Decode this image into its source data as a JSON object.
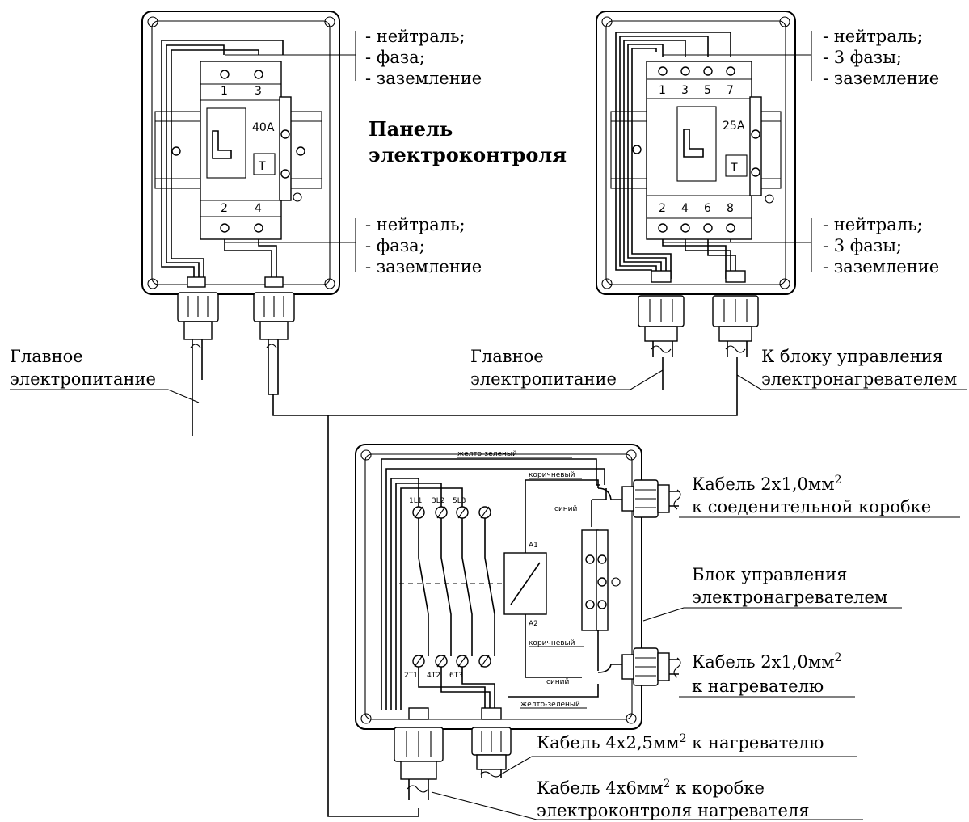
{
  "panel_title": [
    "Панель",
    "электроконтроля"
  ],
  "left_box": {
    "rating": "40А",
    "top_terminals": [
      "1",
      "3"
    ],
    "bottom_terminals": [
      "2",
      "4"
    ],
    "test_label": "Т",
    "top_labels": [
      "- нейтраль;",
      "- фаза;",
      "- заземление"
    ],
    "bottom_labels": [
      "- нейтраль;",
      "- фаза;",
      "- заземление"
    ],
    "supply_label": [
      "Главное",
      "электропитание"
    ]
  },
  "right_box": {
    "rating": "25А",
    "top_terminals": [
      "1",
      "3",
      "5",
      "7"
    ],
    "bottom_terminals": [
      "2",
      "4",
      "6",
      "8"
    ],
    "test_label": "Т",
    "top_labels": [
      "- нейтраль;",
      "- 3 фазы;",
      "- заземление"
    ],
    "bottom_labels": [
      "- нейтраль;",
      "- 3 фазы;",
      "- заземление"
    ],
    "supply_label": [
      "Главное",
      "электропитание"
    ],
    "control_label": [
      "К блоку управления",
      "электронагревателем"
    ]
  },
  "control_box": {
    "wire_labels": {
      "yellow_green_top": "желто-зеленый",
      "brown_top": "коричневый",
      "blue_top": "синий",
      "brown_bottom": "коричневый",
      "blue_bottom": "синий",
      "yellow_green_bottom": "желто-зеленый"
    },
    "top_contacts": [
      "1L1",
      "3L2",
      "5L3"
    ],
    "bottom_contacts": [
      "2T1",
      "4T2",
      "6T3"
    ],
    "coil_top": "A1",
    "coil_bottom": "A2",
    "cable_junction": [
      "Кабель 2х1,0мм",
      "2",
      "к соеденительной коробке"
    ],
    "unit_label": [
      "Блок управления",
      "электронагревателем"
    ],
    "cable_heater_small": [
      "Кабель 2х1,0мм",
      "2",
      "к нагревателю"
    ],
    "cable_heater_main": [
      "Кабель 4х2,5мм",
      "2",
      " к нагревателю"
    ],
    "cable_control": [
      "Кабель 4х6мм",
      "2",
      " к коробке",
      "электроконтроля  нагревателя"
    ]
  }
}
